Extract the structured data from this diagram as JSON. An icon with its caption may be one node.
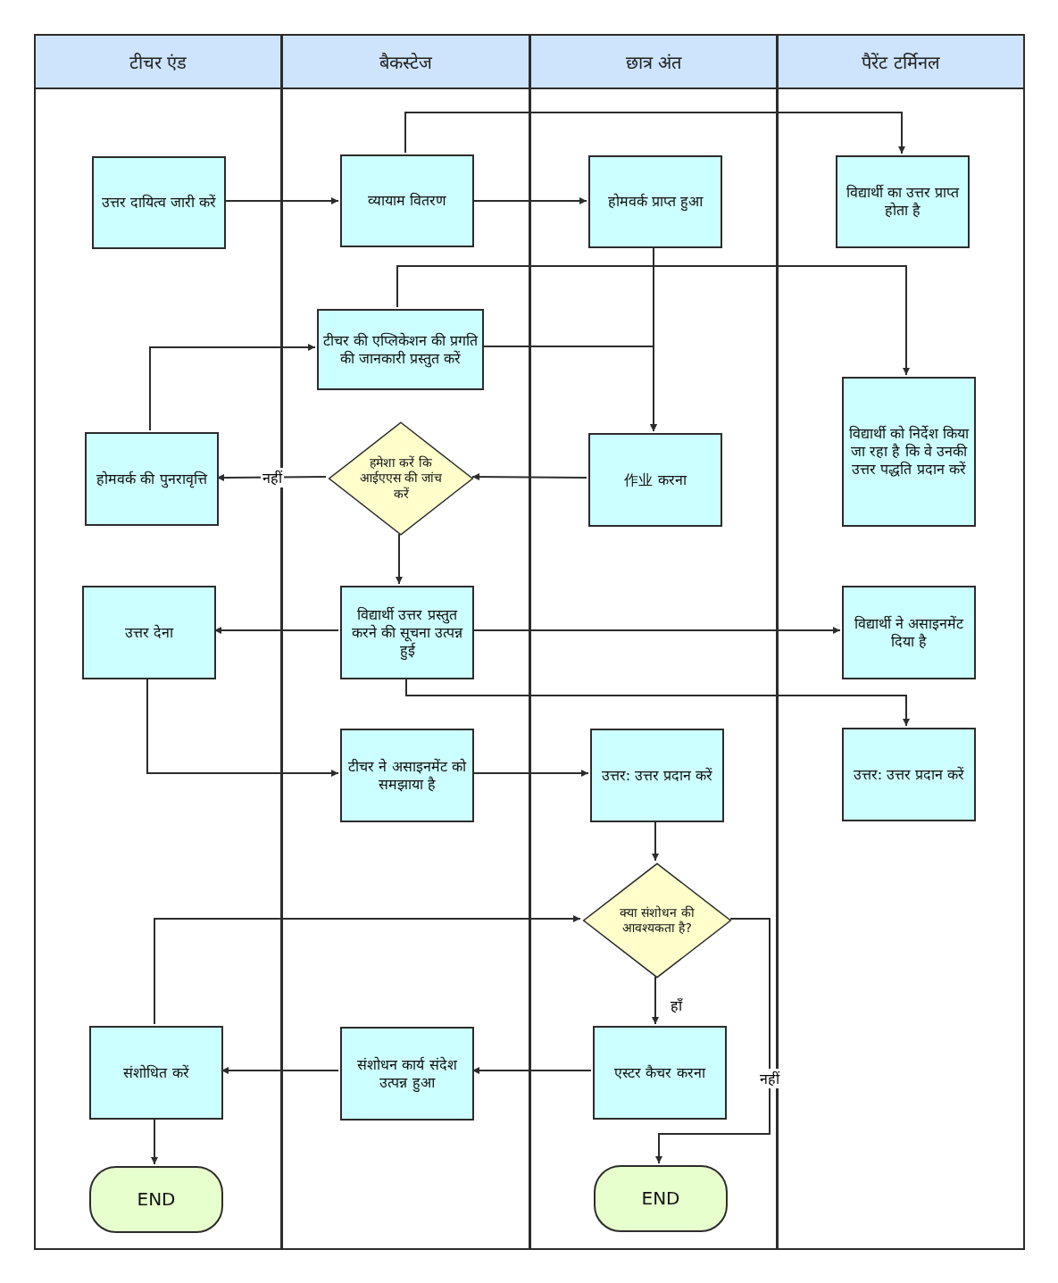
{
  "diagram": {
    "nodes": [
      {
        "text": [
          "टीचर एंड"
        ]
      },
      {
        "text": [
          "बैकस्टेज"
        ]
      },
      {
        "text": [
          "छात्र अंत"
        ]
      },
      {
        "text": [
          "पैरेंट टर्मिनल"
        ]
      },
      {
        "text": [
          "उत्तर दायित्व जारी करें"
        ],
        "in": 0
      },
      {
        "text": [
          "व्यायाम वितरण"
        ],
        "in": 1
      },
      {
        "text": [
          "होमवर्क प्राप्त हुआ"
        ],
        "in": 2
      },
      {
        "text": [
          "विद्यार्थी का उत्तर प्राप्त होता है"
        ],
        "in": 3
      },
      {
        "text": [
          "टीचर की एप्लिकेशन की प्रगति की जानकारी प्रस्तुत करें"
        ],
        "in": 1
      },
      {
        "text": [
          "हमेशा करें कि आईएएस की जांच करें"
        ],
        "in": 1
      },
      {
        "text": [
          "होमवर्क की पुनरावृत्ति"
        ],
        "in": 0
      },
      {
        "text": [
          "作业 करना"
        ],
        "in": 2
      },
      {
        "text": [
          "विद्यार्थी को निर्देश किया जा रहा है कि वे उनकी उत्तर पद्धति प्रदान करें"
        ],
        "in": 3
      },
      {
        "text": [
          "विद्यार्थी उत्तर प्रस्तुत करने की सूचना उत्पन्न हुई"
        ],
        "in": 1
      },
      {
        "text": [
          "उत्तर देना"
        ],
        "in": 0
      },
      {
        "text": [
          "विद्यार्थी ने असाइनमेंट दिया है"
        ],
        "in": 3
      },
      {
        "text": [
          "टीचर ने असाइनमेंट को समझाया है"
        ],
        "in": 1
      },
      {
        "text": [
          "उत्तर: उत्तर प्रदान करें"
        ],
        "in": 2
      },
      {
        "text": [
          "उत्तर: उत्तर प्रदान करें"
        ],
        "in": 3
      },
      {
        "text": [
          "क्या संशोधन की आवश्यकता है?"
        ],
        "in": 2
      },
      {
        "text": [
          "संशोधित करें"
        ],
        "in": 0
      },
      {
        "text": [
          "संशोधन कार्य संदेश उत्पन्न हुआ"
        ],
        "in": 1
      },
      {
        "text": [
          "एस्टर कैचर करना"
        ],
        "in": 2
      },
      {
        "text": [
          "END"
        ],
        "in": 0
      },
      {
        "text": [
          "END"
        ],
        "in": 2
      }
    ],
    "edges": [
      {
        "from": 4,
        "to": 5,
        "arrow": "to"
      },
      {
        "from": 5,
        "to": 6,
        "arrow": "to"
      },
      {
        "from": 5,
        "to": 7,
        "arrow": "to"
      },
      {
        "from": 6,
        "to": 11,
        "arrow": "to"
      },
      {
        "from": 8,
        "to": 11,
        "arrow": "to"
      },
      {
        "from": 10,
        "to": 8,
        "arrow": "to"
      },
      {
        "from": 8,
        "to": 12,
        "arrow": "to"
      },
      {
        "from": 11,
        "to": 9,
        "arrow": "to"
      },
      {
        "from": 9,
        "to": 10,
        "arrow": "to",
        "label": "नहीं"
      },
      {
        "from": 9,
        "to": 13,
        "arrow": "to"
      },
      {
        "from": 13,
        "to": 14,
        "arrow": "to"
      },
      {
        "from": 13,
        "to": 15,
        "arrow": "to"
      },
      {
        "from": 13,
        "to": 18,
        "arrow": "to"
      },
      {
        "from": 14,
        "to": 16,
        "arrow": "to"
      },
      {
        "from": 16,
        "to": 17,
        "arrow": "to"
      },
      {
        "from": 17,
        "to": 19,
        "arrow": "to"
      },
      {
        "from": 19,
        "to": 22,
        "arrow": "to",
        "label": "हाँ"
      },
      {
        "from": 19,
        "to": 24,
        "arrow": "to",
        "label": "नहीं"
      },
      {
        "from": 22,
        "to": 21,
        "arrow": "to"
      },
      {
        "from": 21,
        "to": 20,
        "arrow": "to"
      },
      {
        "from": 20,
        "to": 19,
        "arrow": "to"
      },
      {
        "from": 20,
        "to": 23,
        "arrow": "to"
      }
    ]
  }
}
